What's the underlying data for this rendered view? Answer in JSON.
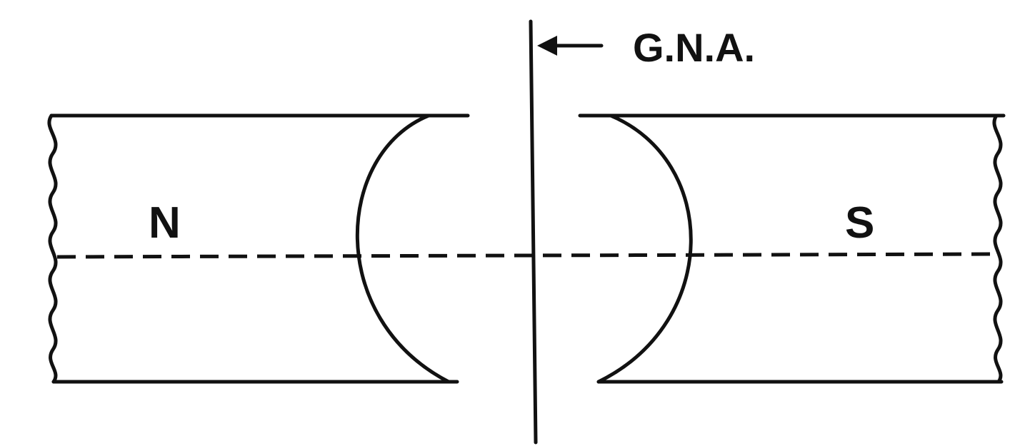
{
  "diagram": {
    "axis_label": "G.N.A.",
    "north_pole_label": "N",
    "south_pole_label": "S"
  }
}
